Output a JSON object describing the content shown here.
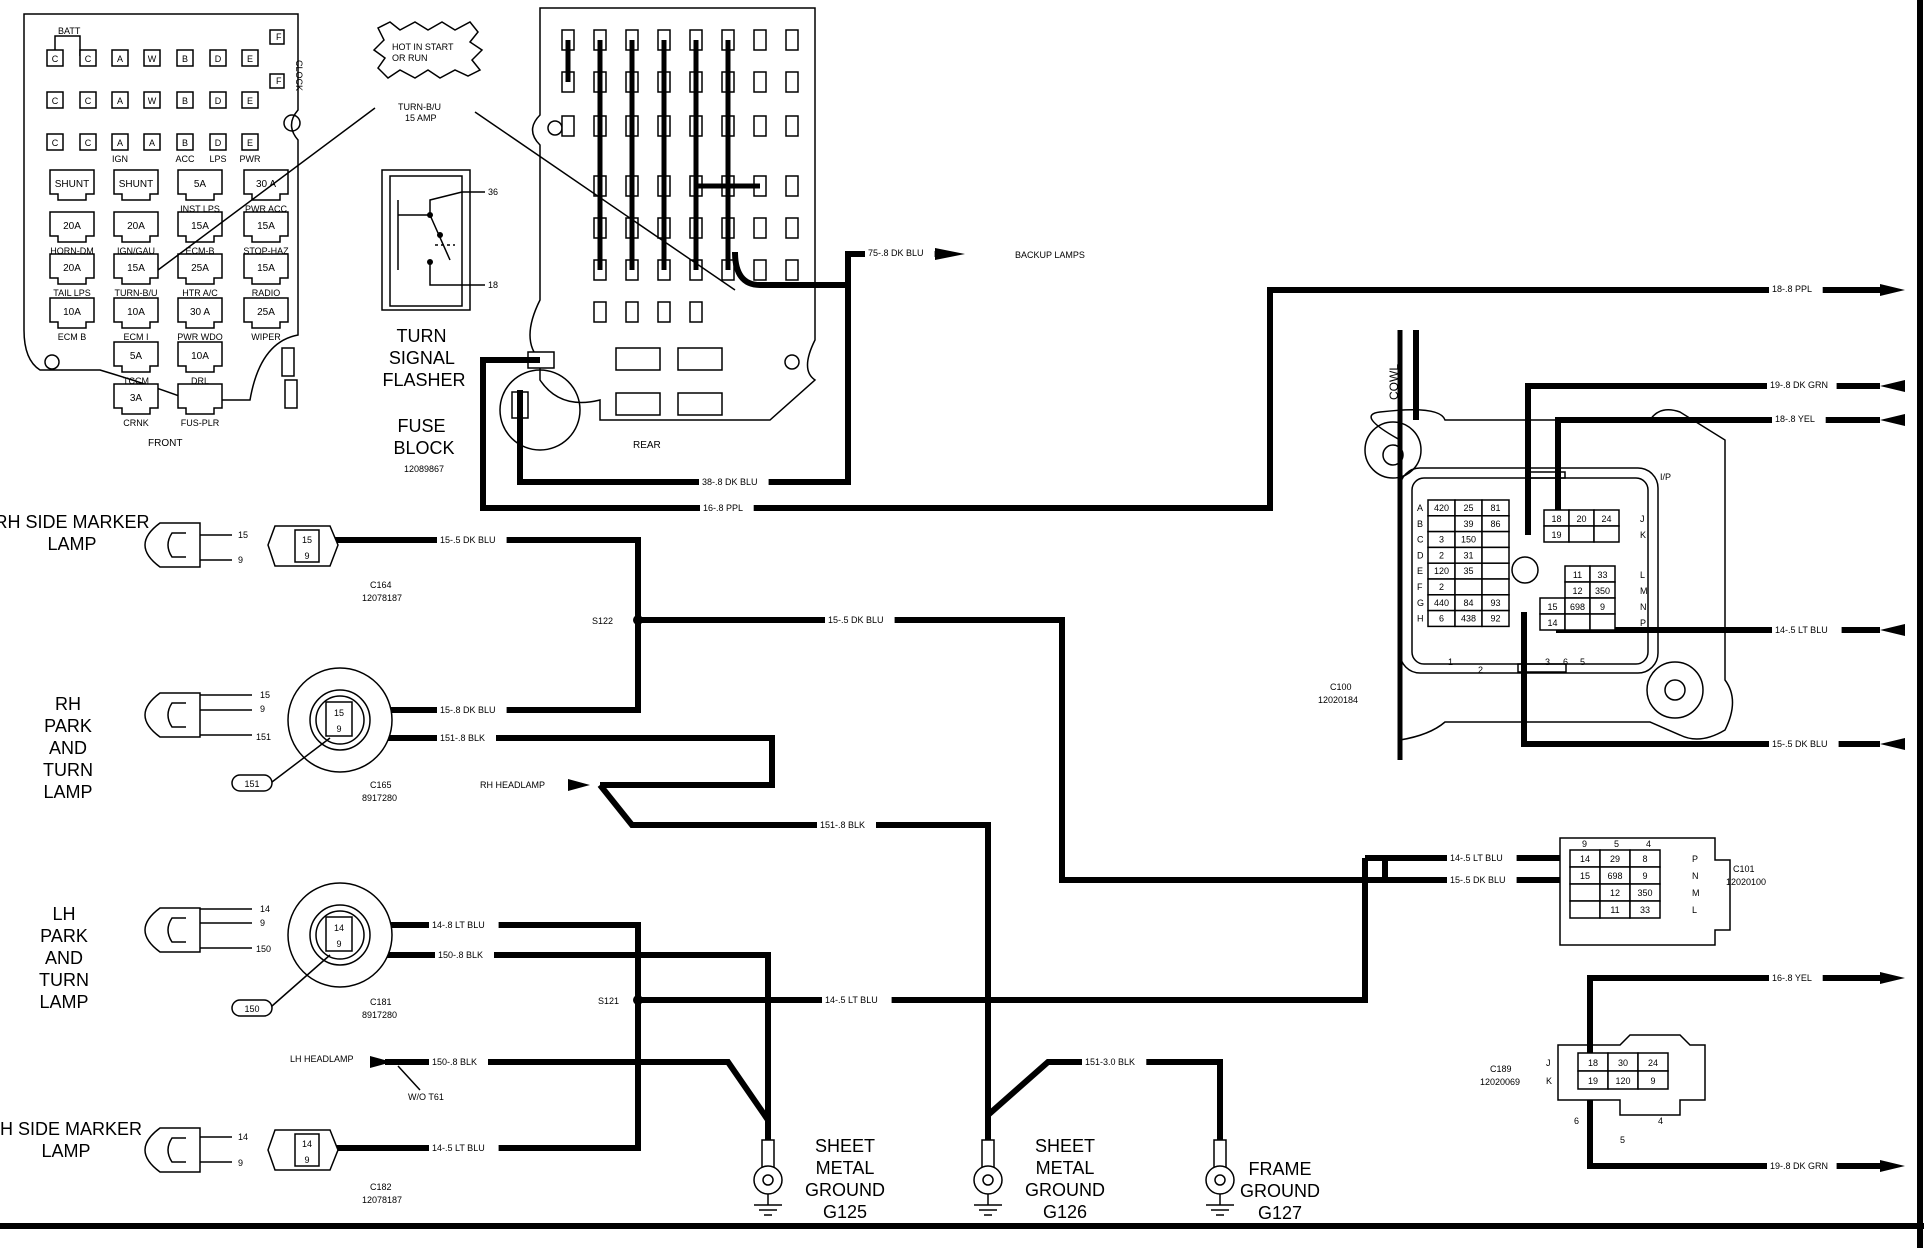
{
  "fuse_block": {
    "front": {
      "row1": [
        "C",
        "C",
        "A",
        "W",
        "B",
        "D",
        "E"
      ],
      "row1_top": "BATT",
      "row1_f": "F",
      "clock": "CLOCK",
      "row2": [
        "C",
        "C",
        "A",
        "W",
        "B",
        "D",
        "E"
      ],
      "row2_f": "F",
      "row3": [
        "C",
        "C",
        "A",
        "A",
        "B",
        "D",
        "E"
      ],
      "row3_labels": [
        "IGN",
        "ACC",
        "LPS",
        "PWR"
      ],
      "fuses": [
        {
          "id": "f1",
          "label": "SHUNT",
          "cap": ""
        },
        {
          "id": "f2",
          "label": "SHUNT",
          "cap": ""
        },
        {
          "id": "f3",
          "label": "5A",
          "cap": "INST LPS"
        },
        {
          "id": "f4",
          "label": "30 A",
          "cap": "PWR ACC"
        },
        {
          "id": "f5",
          "label": "20A",
          "cap": "HORN-DM"
        },
        {
          "id": "f6",
          "label": "20A",
          "cap": "IGN/GAU"
        },
        {
          "id": "f7",
          "label": "15A",
          "cap": "ECM-B"
        },
        {
          "id": "f8",
          "label": "15A",
          "cap": "STOP-HAZ"
        },
        {
          "id": "f9",
          "label": "20A",
          "cap": "TAIL LPS"
        },
        {
          "id": "f10",
          "label": "15A",
          "cap": "TURN-B/U"
        },
        {
          "id": "f11",
          "label": "25A",
          "cap": "HTR A/C"
        },
        {
          "id": "f12",
          "label": "15A",
          "cap": "RADIO"
        },
        {
          "id": "f13",
          "label": "10A",
          "cap": "ECM B"
        },
        {
          "id": "f14",
          "label": "10A",
          "cap": "ECM I"
        },
        {
          "id": "f15",
          "label": "30 A",
          "cap": "PWR WDO"
        },
        {
          "id": "f16",
          "label": "25A",
          "cap": "WIPER"
        },
        {
          "id": "f17",
          "label": "5A",
          "cap": "TCCM"
        },
        {
          "id": "f18",
          "label": "10A",
          "cap": "DRL"
        },
        {
          "id": "f19",
          "label": "3A",
          "cap": "CRNK"
        },
        {
          "id": "f20",
          "label": "",
          "cap": "FUS-PLR"
        }
      ],
      "caption": "FRONT"
    },
    "rear_caption": "REAR",
    "callout_hot": "HOT IN START OR RUN",
    "callout_turn": "TURN-B/U 15 AMP",
    "flasher_pin_top": "36",
    "flasher_pin_bottom": "18",
    "flasher_title": "TURN SIGNAL FLASHER",
    "fuse_block_title": "FUSE BLOCK",
    "fuse_block_part": "12089867"
  },
  "wires": {
    "w75": "75-.8 DK BLU",
    "backup": "BACKUP LAMPS",
    "w18ppl_top": "18-.8 PPL",
    "w18dkgrn_top": "19-.8 DK GRN",
    "w18yel_top": "18-.8 YEL",
    "w38": "38-.8 DK BLU",
    "w16ppl": "16-.8 PPL",
    "w15a": "15-.5 DK BLU",
    "w15b": "15-.5 DK BLU",
    "w15c": "15-.8 DK BLU",
    "w151a": "151-.8 BLK",
    "w151b": "151-.8 BLK",
    "w14lt_right": "14-.5 LT BLU",
    "w15dk_right": "15-.5 DK BLU",
    "w14lt_c101": "14-.5 LT BLU",
    "w15dk_c101": "15-.5 DK BLU",
    "w14lt_mid": "14-.5 LT BLU",
    "w14lt_lhpark": "14-.8 LT BLU",
    "w150a": "150-.8 BLK",
    "w150b": "150-.8 BLK",
    "w14lt_lhside": "14-.5 LT BLU",
    "w151c": "151-3.0 BLK",
    "w16yel": "16-.8 YEL",
    "w19dkgrn": "19-.8 DK GRN"
  },
  "splices": {
    "s122": "S122",
    "s121": "S121"
  },
  "rh_headlamp": "RH HEADLAMP",
  "lh_headlamp": "LH HEADLAMP",
  "wo_t61": "W/O T61",
  "components": {
    "rh_side_marker": {
      "title": "RH SIDE MARKER LAMP",
      "pin_top": "15",
      "pin_bot": "9",
      "conn": "C164",
      "part": "12078187"
    },
    "rh_park_turn": {
      "title": "RH PARK AND TURN LAMP",
      "pin_top": "15",
      "pin_mid": "9",
      "pin_bot": "151",
      "tag": "151",
      "conn": "C165",
      "part": "8917280"
    },
    "lh_park_turn": {
      "title": "LH PARK AND TURN LAMP",
      "pin_top": "14",
      "pin_mid": "9",
      "pin_bot": "150",
      "tag": "150",
      "conn": "C181",
      "part": "8917280"
    },
    "lh_side_marker": {
      "title": "LH SIDE MARKER LAMP",
      "pin_top": "14",
      "pin_bot": "9",
      "conn": "C182",
      "part": "12078187"
    }
  },
  "grounds": [
    {
      "id": "g125",
      "text": "SHEET METAL GROUND G125"
    },
    {
      "id": "g126",
      "text": "SHEET METAL GROUND G126"
    },
    {
      "id": "g127",
      "text": "FRAME GROUND G127"
    }
  ],
  "c100": {
    "cowl": "COWL",
    "ip": "I/P",
    "conn": "C100",
    "part": "12020184",
    "rows_left": [
      "A",
      "B",
      "C",
      "D",
      "E",
      "F",
      "G",
      "H"
    ],
    "rows_right": [
      "J",
      "K",
      "L",
      "M",
      "N",
      "P"
    ],
    "cells": [
      [
        "420",
        "25",
        "81"
      ],
      [
        "",
        "39",
        "86"
      ],
      [
        "3",
        "150",
        ""
      ],
      [
        "2",
        "31",
        ""
      ],
      [
        "120",
        "35",
        ""
      ],
      [
        "2",
        "",
        ""
      ],
      [
        "440",
        "84",
        "93"
      ],
      [
        "6",
        "438",
        "92"
      ]
    ],
    "right_top": [
      "18",
      "20",
      "24"
    ],
    "right_top2": [
      "19",
      "",
      ""
    ],
    "right_cells": [
      [
        "11",
        "33"
      ],
      [
        "12",
        "350"
      ],
      [
        "15",
        "698",
        "9"
      ],
      [
        "14",
        "",
        ""
      ]
    ],
    "bottom_nums": [
      "1",
      "2",
      "3",
      "6",
      "5"
    ]
  },
  "c101": {
    "conn": "C101",
    "part": "12020100",
    "top_nums": [
      "9",
      "5",
      "4"
    ],
    "row_labels": [
      "P",
      "N",
      "M",
      "L"
    ],
    "cells": [
      [
        "14",
        "29",
        "8"
      ],
      [
        "15",
        "698",
        "9"
      ],
      [
        "",
        "12",
        "350"
      ],
      [
        "",
        "11",
        "33"
      ]
    ]
  },
  "c189": {
    "conn": "C189",
    "part": "12020069",
    "row_labels": [
      "J",
      "K"
    ],
    "cells": [
      [
        "18",
        "30",
        "24"
      ],
      [
        "19",
        "120",
        "9"
      ]
    ],
    "bottom": [
      "6",
      "5",
      "4"
    ]
  }
}
